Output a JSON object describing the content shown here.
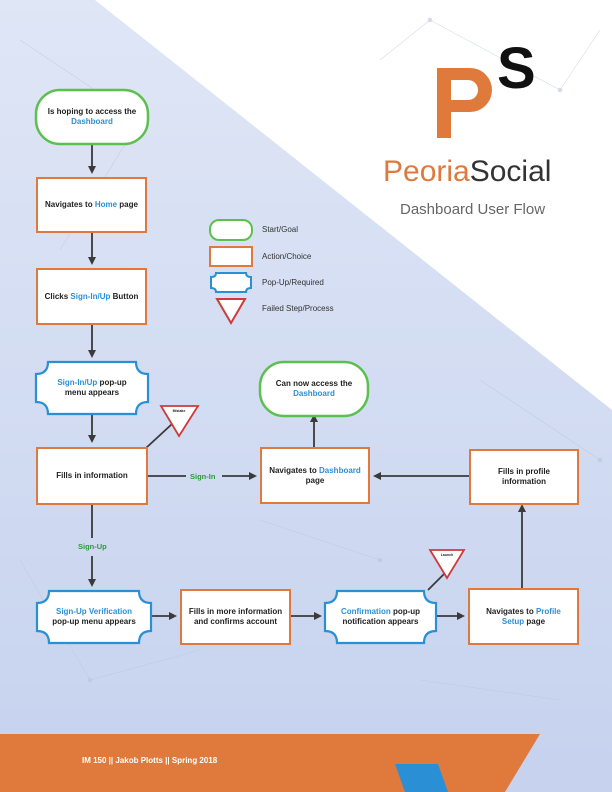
{
  "logo": {
    "monogram_p": "P",
    "monogram_s": "S",
    "name_part1": "Peoria",
    "name_part2": "Social",
    "subtitle": "Dashboard User Flow"
  },
  "colors": {
    "start": "#5cc04e",
    "action": "#e07a3c",
    "popup": "#2b8fd6",
    "failed": "#d03a3a",
    "highlight": "#2b8fd6",
    "edge_label": "#2a9a3a",
    "footer_orange": "#e07a3c",
    "footer_blue": "#2b8fd6",
    "background_blue": "#c9d4ee"
  },
  "legend": {
    "start_goal": "Start/Goal",
    "action_choice": "Action/Choice",
    "popup_required": "Pop-Up/Required",
    "failed_step": "Failed Step/Process"
  },
  "nodes": {
    "start": {
      "pre": "Is hoping to access the ",
      "hl": "Dashboard",
      "post": ""
    },
    "home": {
      "pre": "Navigates to ",
      "hl": "Home",
      "post": " page"
    },
    "signin_button": {
      "pre": "Clicks ",
      "hl": "Sign-In/Up",
      "post": " Button"
    },
    "signin_popup": {
      "pre": "",
      "hl": "Sign-In/Up",
      "post": " pop-up menu appears"
    },
    "fills_info": {
      "pre": "Fills in information",
      "hl": "",
      "post": ""
    },
    "navigates_dashboard": {
      "pre": "Navigates to ",
      "hl": "Dashboard",
      "post": " page"
    },
    "can_access": {
      "pre": "Can now access the ",
      "hl": "Dashboard",
      "post": ""
    },
    "fills_profile": {
      "pre": "Fills in profile information",
      "hl": "",
      "post": ""
    },
    "signup_verification": {
      "pre": "",
      "hl": "Sign-Up Verification",
      "post": " pop-up menu appears"
    },
    "fills_more": {
      "pre": "Fills in more information and confirms account",
      "hl": "",
      "post": ""
    },
    "confirmation": {
      "pre": "",
      "hl": "Confirmation",
      "post": " pop-up notification appears"
    },
    "profile_setup": {
      "pre": "Navigates to ",
      "hl": "Profile Setup",
      "post": " page"
    }
  },
  "failed_labels": {
    "fills_info_fail": "Mistake",
    "confirmation_fail": "Launch"
  },
  "edge_labels": {
    "sign_in": "Sign-In",
    "sign_up": "Sign-Up"
  },
  "footer": "IM 150 || Jakob Plotts || Spring 2018"
}
